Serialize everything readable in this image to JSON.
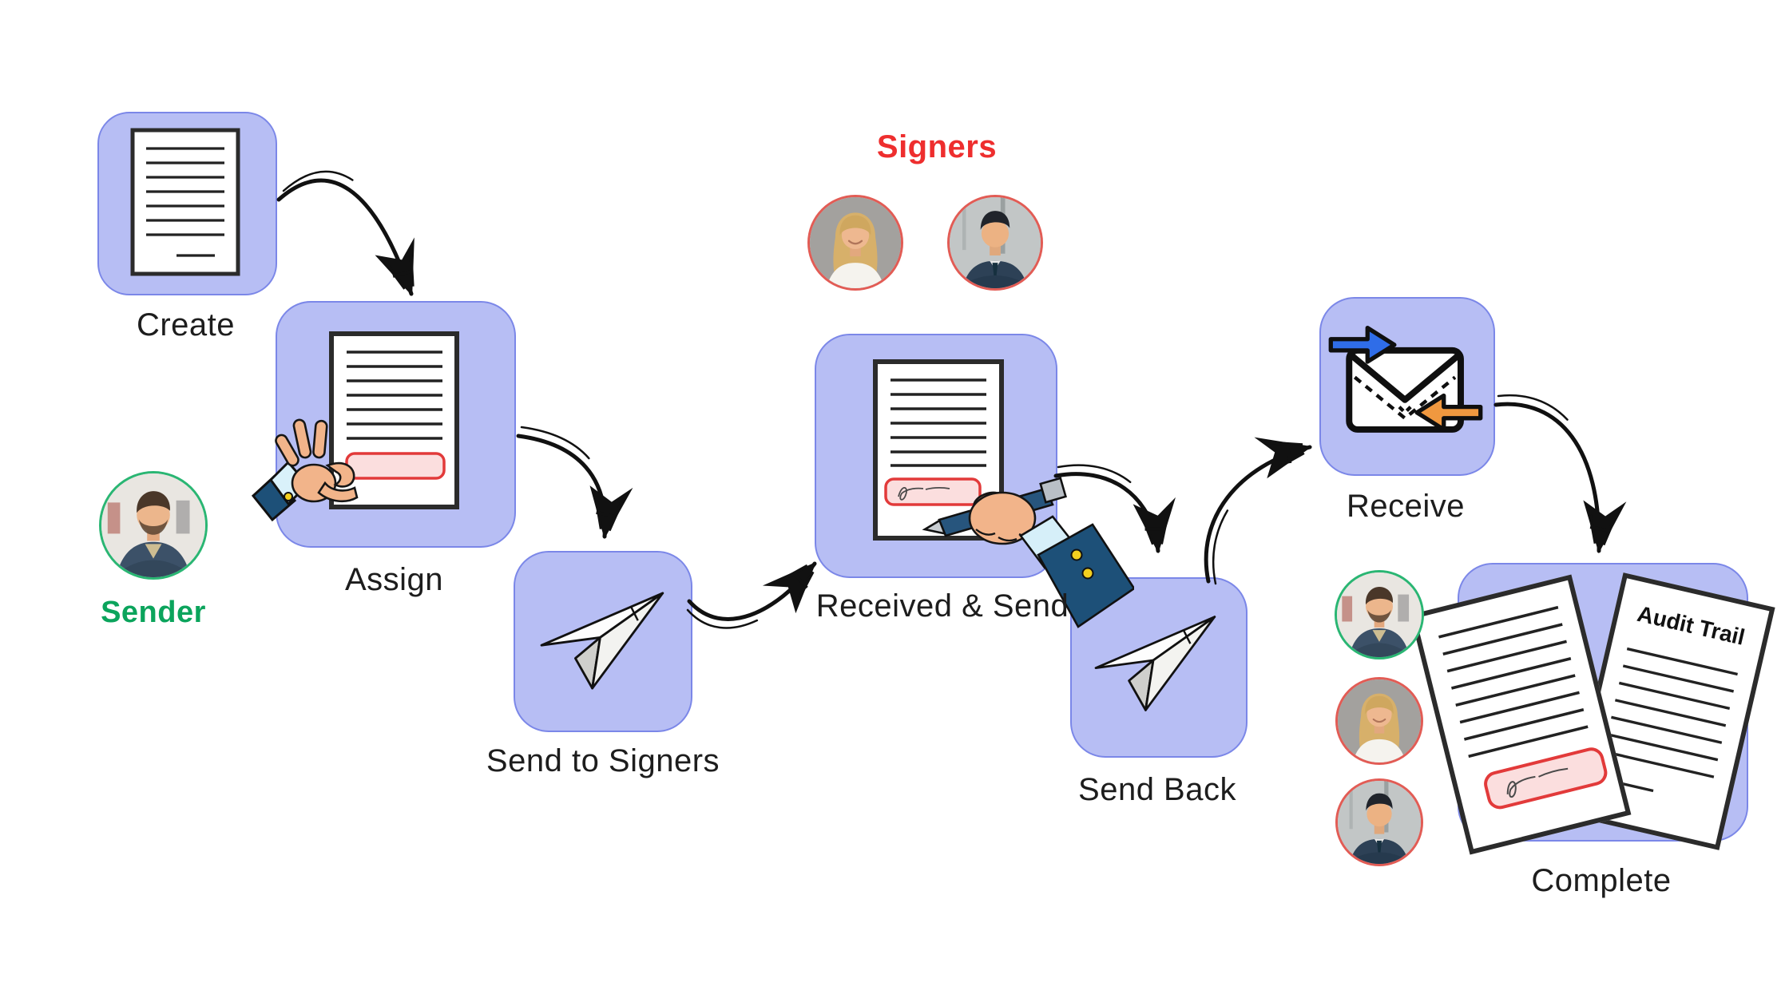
{
  "diagram": {
    "stages": {
      "create": {
        "label": "Create"
      },
      "assign": {
        "label": "Assign"
      },
      "send_to_signers": {
        "label": "Send  to Signers"
      },
      "received_send": {
        "label": "Received & Send"
      },
      "send_back": {
        "label": "Send Back"
      },
      "receive": {
        "label": "Receive"
      },
      "complete": {
        "label": "Complete"
      }
    },
    "people": {
      "sender": {
        "label": "Sender"
      },
      "signers": {
        "label": "Signers"
      }
    },
    "documents": {
      "audit_title": "Audit Trail"
    },
    "icons": {
      "create": "document-icon",
      "assign": "hand-assign-document-icon",
      "send_to_signers": "paper-plane-icon",
      "received_send": "signing-hand-document-icon",
      "send_back": "paper-plane-icon",
      "receive": "mail-in-out-icon",
      "complete": "signed-documents-icon",
      "sender": "male-avatar",
      "signer_1": "female-avatar",
      "signer_2": "male-avatar"
    },
    "colors": {
      "box_fill": "#b7bef4",
      "box_border": "#7b87e8",
      "label_text": "#1d1d1d",
      "sender_green": "#0ba45c",
      "signers_red": "#ee2e2e",
      "arrow_black": "#111111",
      "highlight_pink": "#fbdede",
      "highlight_red": "#e23a3a",
      "envelope_blue": "#2f6de8",
      "envelope_orange": "#f0983f",
      "sleeve_navy": "#1d5078",
      "skin": "#f2b48a"
    }
  }
}
